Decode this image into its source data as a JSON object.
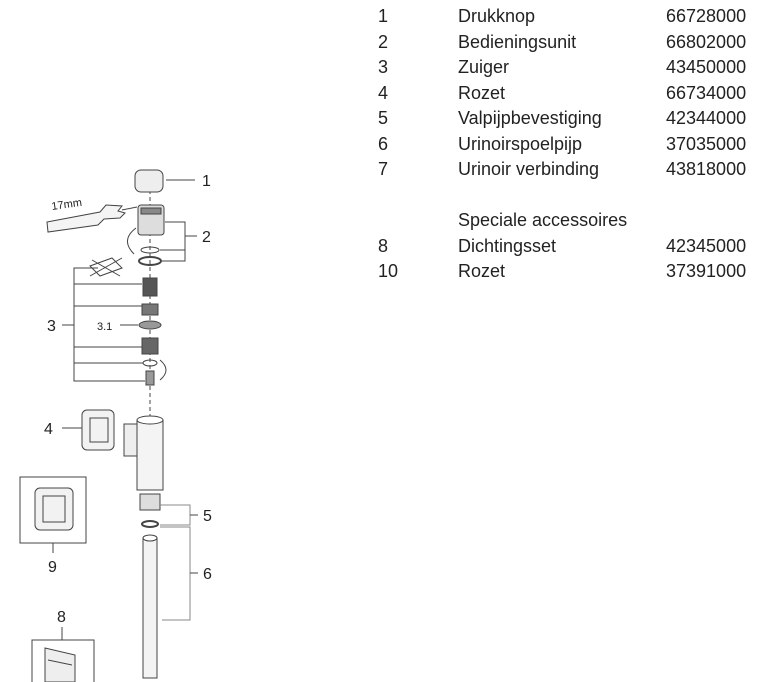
{
  "parts": [
    {
      "num": "1",
      "name": "Drukknop",
      "code": "66728000"
    },
    {
      "num": "2",
      "name": "Bedieningsunit",
      "code": "66802000"
    },
    {
      "num": "3",
      "name": "Zuiger",
      "code": "43450000"
    },
    {
      "num": "4",
      "name": "Rozet",
      "code": "66734000"
    },
    {
      "num": "5",
      "name": "Valpijpbevestiging",
      "code": "42344000"
    },
    {
      "num": "6",
      "name": "Urinoirspoelpijp",
      "code": "37035000"
    },
    {
      "num": "7",
      "name": "Urinoir verbinding",
      "code": "43818000"
    }
  ],
  "accessories_heading": "Speciale accessoires",
  "accessories": [
    {
      "num": "8",
      "name": "Dichtingsset",
      "code": "42345000"
    },
    {
      "num": "10",
      "name": "Rozet",
      "code": "37391000"
    }
  ],
  "diagram": {
    "wrench_size": "17mm",
    "callouts": {
      "c1": "1",
      "c2": "2",
      "c3": "3",
      "c31": "3.1",
      "c4": "4",
      "c5": "5",
      "c6": "6",
      "c8": "8",
      "c9": "9"
    }
  }
}
